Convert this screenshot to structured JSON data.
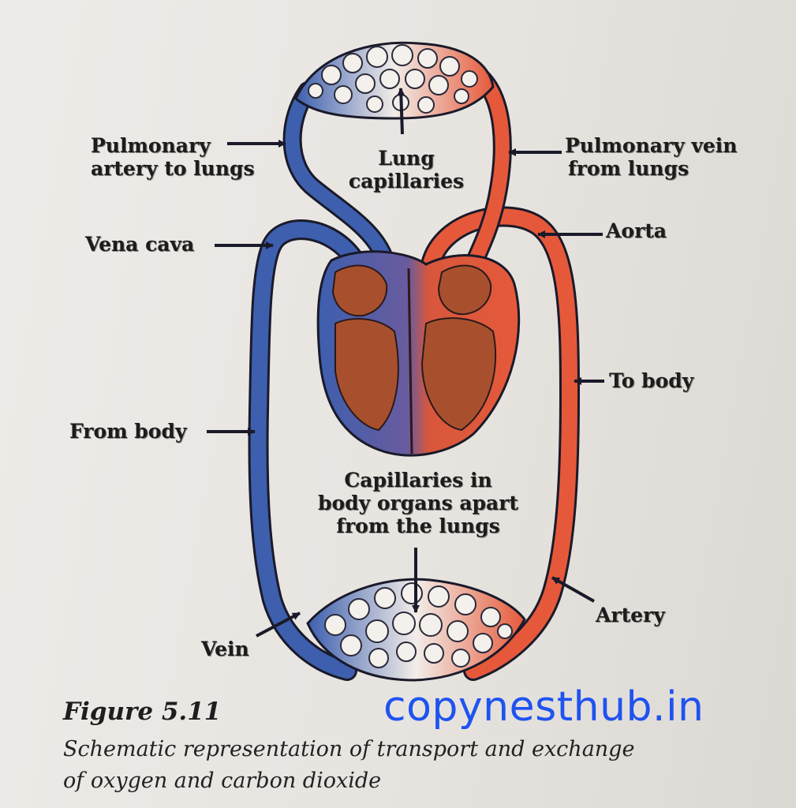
{
  "labels": {
    "pulmonary_artery": [
      "Pulmonary",
      "artery to lungs"
    ],
    "lung_capillaries": [
      "Lung",
      "capillaries"
    ],
    "pulmonary_vein": [
      "Pulmonary vein",
      "from lungs"
    ],
    "vena_cava": "Vena cava",
    "aorta": "Aorta",
    "to_body": "To body",
    "from_body": "From body",
    "body_capillaries": [
      "Capillaries in",
      "body organs apart",
      "from the lungs"
    ],
    "vein": "Vein",
    "artery": "Artery"
  },
  "figure": {
    "number": "Figure 5.11",
    "caption_line1": "Schematic representation of transport and exchange",
    "caption_line2": "of oxygen and carbon dioxide"
  },
  "watermark": "copynesthub.in",
  "colors": {
    "deoxygenated": "#3d5fae",
    "oxygenated": "#e5593a",
    "heart_muscle": "#a8502e",
    "outline": "#1a1a2a",
    "watermark": "#1f53f0"
  }
}
